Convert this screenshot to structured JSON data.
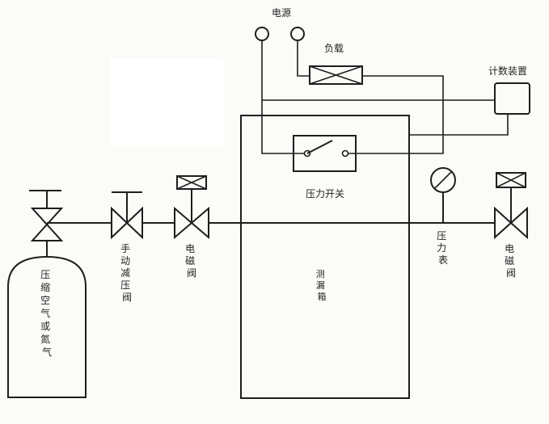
{
  "labels": {
    "power": "电源",
    "load": "负载",
    "counter": "计数装置",
    "pressure_switch": "压力开关",
    "gas_cylinder": "压缩空气或氮气",
    "manual_valve": "手动减压阀",
    "solenoid_left": "电磁阀",
    "test_box": "测漏箱",
    "pressure_gauge": "压力表",
    "solenoid_right": "电磁阀"
  }
}
